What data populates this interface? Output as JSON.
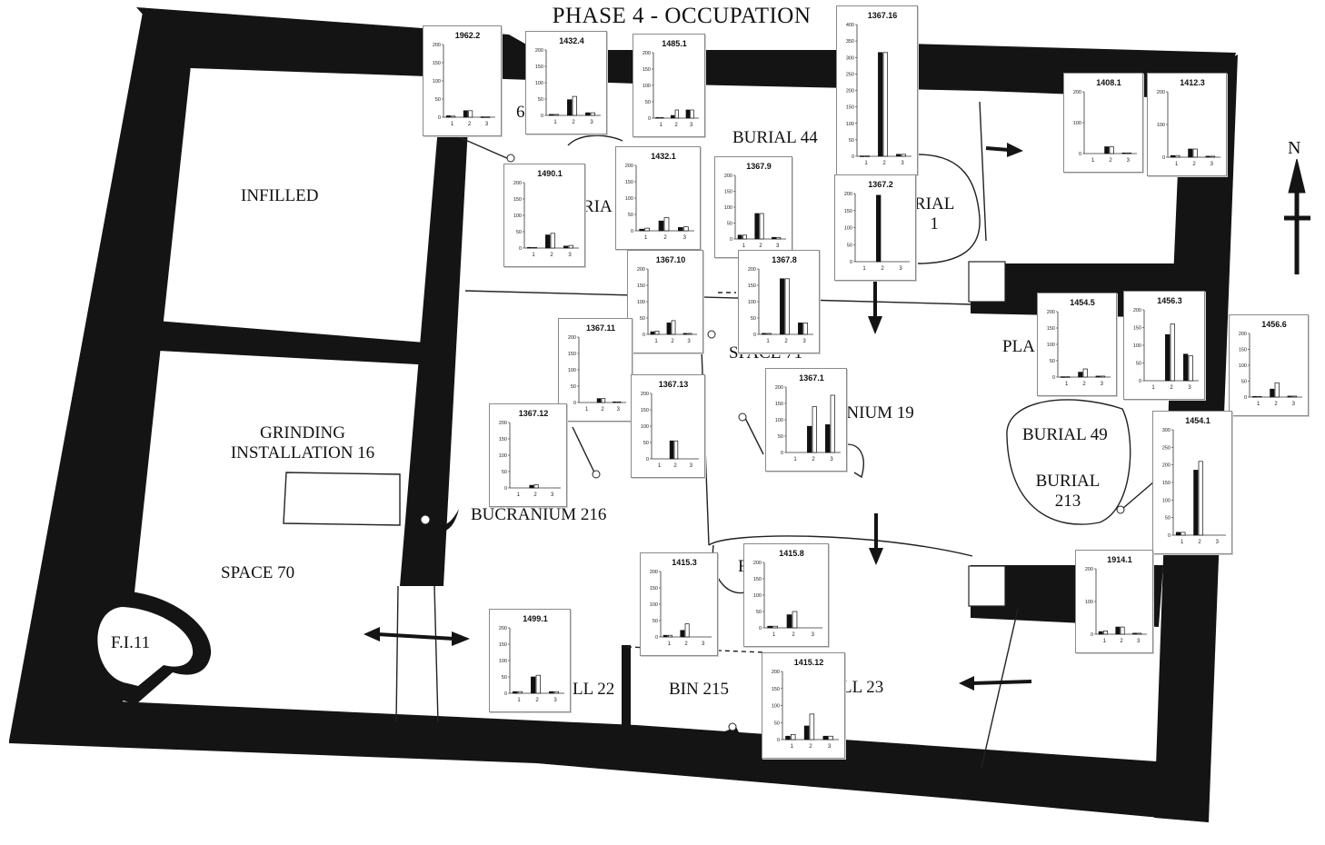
{
  "title": "PHASE 4 - OCCUPATION",
  "north_label": "N",
  "labels": {
    "infilled": "INFILLED",
    "grinding_1": "GRINDING",
    "grinding_2": "INSTALLATION 16",
    "space70": "SPACE 70",
    "fi11": "F.I.11",
    "bucranium216": "BUCRANIUM 216",
    "burial44": "BURIAL 44",
    "burial_l1": "RIAL",
    "burial_l2": "1",
    "riai": "RIA",
    "space71": "SPACE 71",
    "bucranium19": "RANIUM 19",
    "pla": "PLA",
    "burial49": "BURIAL 49",
    "burial213_1": "BURIAL",
    "burial213_2": "213",
    "bin215": "BIN 215",
    "ll22": "LL 22",
    "ll23": "LL 23",
    "f": "F",
    "top6": "6"
  },
  "colors": {
    "wall": "#141414",
    "line": "#222222",
    "bar_dark": "#111111",
    "bar_grey": "#7a7a7a",
    "bar_white": "#ffffff"
  },
  "chart_data": [
    {
      "type": "bar",
      "title": "1962.2",
      "ylim": [
        0,
        200
      ],
      "ticks": [
        0,
        50,
        100,
        150,
        200
      ],
      "categories": [
        "1",
        "2",
        "3"
      ],
      "series": [
        [
          4,
          3
        ],
        [
          18,
          18
        ],
        [
          1,
          1
        ]
      ]
    },
    {
      "type": "bar",
      "title": "1432.4",
      "ylim": [
        0,
        200
      ],
      "ticks": [
        0,
        50,
        100,
        150,
        200
      ],
      "categories": [
        "1",
        "2",
        "3"
      ],
      "series": [
        [
          3,
          3
        ],
        [
          48,
          58
        ],
        [
          8,
          8
        ]
      ]
    },
    {
      "type": "bar",
      "title": "1485.1",
      "ylim": [
        0,
        200
      ],
      "ticks": [
        0,
        50,
        100,
        150,
        200
      ],
      "categories": [
        "1",
        "2",
        "3"
      ],
      "series": [
        [
          2,
          2
        ],
        [
          8,
          25
        ],
        [
          25,
          25
        ]
      ]
    },
    {
      "type": "bar",
      "title": "1367.16",
      "ylim": [
        0,
        400
      ],
      "ticks": [
        0,
        50,
        100,
        150,
        200,
        250,
        300,
        350,
        400
      ],
      "categories": [
        "1",
        "2",
        "3"
      ],
      "series": [
        [
          1,
          1
        ],
        [
          315,
          315
        ],
        [
          6,
          6
        ]
      ]
    },
    {
      "type": "bar",
      "title": "1408.1",
      "ylim": [
        0,
        200
      ],
      "ticks": [
        0,
        100,
        200
      ],
      "categories": [
        "1",
        "2",
        "3"
      ],
      "series": [
        [
          0,
          0
        ],
        [
          22,
          22
        ],
        [
          2,
          2
        ]
      ]
    },
    {
      "type": "bar",
      "title": "1412.3",
      "ylim": [
        0,
        200
      ],
      "ticks": [
        0,
        100,
        200
      ],
      "categories": [
        "1",
        "2",
        "3"
      ],
      "series": [
        [
          5,
          5
        ],
        [
          25,
          25
        ],
        [
          3,
          3
        ]
      ]
    },
    {
      "type": "bar",
      "title": "1490.1",
      "ylim": [
        0,
        200
      ],
      "ticks": [
        0,
        50,
        100,
        150,
        200
      ],
      "categories": [
        "1",
        "2",
        "3"
      ],
      "series": [
        [
          2,
          2
        ],
        [
          40,
          45
        ],
        [
          6,
          8
        ]
      ]
    },
    {
      "type": "bar",
      "title": "1432.1",
      "ylim": [
        0,
        200
      ],
      "ticks": [
        0,
        50,
        100,
        150,
        200
      ],
      "categories": [
        "1",
        "2",
        "3"
      ],
      "series": [
        [
          5,
          8
        ],
        [
          30,
          40
        ],
        [
          10,
          12
        ]
      ]
    },
    {
      "type": "bar",
      "title": "1367.9",
      "ylim": [
        0,
        200
      ],
      "ticks": [
        0,
        50,
        100,
        150,
        200
      ],
      "categories": [
        "1",
        "2",
        "3"
      ],
      "series": [
        [
          12,
          12
        ],
        [
          80,
          80
        ],
        [
          5,
          5
        ]
      ]
    },
    {
      "type": "bar",
      "title": "1367.2",
      "ylim": [
        0,
        200
      ],
      "ticks": [
        0,
        50,
        100,
        150,
        200
      ],
      "categories": [
        "1",
        "2",
        "3"
      ],
      "series": [
        [
          0,
          0
        ],
        [
          195,
          0
        ],
        [
          0,
          0
        ]
      ]
    },
    {
      "type": "bar",
      "title": "1367.10",
      "ylim": [
        0,
        200
      ],
      "ticks": [
        0,
        50,
        100,
        150,
        200
      ],
      "categories": [
        "1",
        "2",
        "3"
      ],
      "series": [
        [
          8,
          10
        ],
        [
          35,
          42
        ],
        [
          3,
          3
        ]
      ]
    },
    {
      "type": "bar",
      "title": "1367.8",
      "ylim": [
        0,
        200
      ],
      "ticks": [
        0,
        50,
        100,
        150,
        200
      ],
      "categories": [
        "1",
        "2",
        "3"
      ],
      "series": [
        [
          3,
          3
        ],
        [
          170,
          170
        ],
        [
          35,
          35
        ]
      ]
    },
    {
      "type": "bar",
      "title": "1454.5",
      "ylim": [
        0,
        200
      ],
      "ticks": [
        0,
        50,
        100,
        150,
        200
      ],
      "categories": [
        "1",
        "2",
        "3"
      ],
      "series": [
        [
          1,
          1
        ],
        [
          15,
          25
        ],
        [
          3,
          3
        ]
      ]
    },
    {
      "type": "bar",
      "title": "1456.3",
      "ylim": [
        0,
        200
      ],
      "ticks": [
        0,
        50,
        100,
        150,
        200
      ],
      "categories": [
        "1",
        "2",
        "3"
      ],
      "series": [
        [
          0,
          0
        ],
        [
          130,
          160
        ],
        [
          75,
          70
        ]
      ]
    },
    {
      "type": "bar",
      "title": "1456.6",
      "ylim": [
        0,
        200
      ],
      "ticks": [
        0,
        50,
        100,
        150,
        200
      ],
      "categories": [
        "1",
        "2",
        "3"
      ],
      "series": [
        [
          2,
          2
        ],
        [
          25,
          45
        ],
        [
          3,
          3
        ]
      ]
    },
    {
      "type": "bar",
      "title": "1367.11",
      "ylim": [
        0,
        200
      ],
      "ticks": [
        0,
        50,
        100,
        150,
        200
      ],
      "categories": [
        "1",
        "2",
        "3"
      ],
      "series": [
        [
          0,
          0
        ],
        [
          12,
          12
        ],
        [
          2,
          2
        ]
      ]
    },
    {
      "type": "bar",
      "title": "1367.13",
      "ylim": [
        0,
        200
      ],
      "ticks": [
        0,
        50,
        100,
        150,
        200
      ],
      "categories": [
        "1",
        "2",
        "3"
      ],
      "series": [
        [
          0,
          0
        ],
        [
          55,
          55
        ],
        [
          0,
          0
        ]
      ]
    },
    {
      "type": "bar",
      "title": "1367.1",
      "ylim": [
        0,
        200
      ],
      "ticks": [
        0,
        50,
        100,
        150,
        200
      ],
      "categories": [
        "1",
        "2",
        "3"
      ],
      "series": [
        [
          0,
          0
        ],
        [
          80,
          140
        ],
        [
          85,
          175
        ]
      ]
    },
    {
      "type": "bar",
      "title": "1367.12",
      "ylim": [
        0,
        200
      ],
      "ticks": [
        0,
        50,
        100,
        150,
        200
      ],
      "categories": [
        "1",
        "2",
        "3"
      ],
      "series": [
        [
          0,
          0
        ],
        [
          8,
          10
        ],
        [
          0,
          0
        ]
      ]
    },
    {
      "type": "bar",
      "title": "1454.1",
      "ylim": [
        0,
        300
      ],
      "ticks": [
        0,
        50,
        100,
        150,
        200,
        250,
        300
      ],
      "categories": [
        "1",
        "2",
        "3"
      ],
      "series": [
        [
          8,
          8
        ],
        [
          185,
          210
        ],
        [
          0,
          0
        ]
      ]
    },
    {
      "type": "bar",
      "title": "1415.3",
      "ylim": [
        0,
        200
      ],
      "ticks": [
        0,
        50,
        100,
        150,
        200
      ],
      "categories": [
        "1",
        "2",
        "3"
      ],
      "series": [
        [
          5,
          5
        ],
        [
          20,
          40
        ],
        [
          0,
          0
        ]
      ]
    },
    {
      "type": "bar",
      "title": "1415.8",
      "ylim": [
        0,
        200
      ],
      "ticks": [
        0,
        50,
        100,
        150,
        200
      ],
      "categories": [
        "1",
        "2",
        "3"
      ],
      "series": [
        [
          5,
          5
        ],
        [
          40,
          50
        ],
        [
          0,
          0
        ]
      ]
    },
    {
      "type": "bar",
      "title": "1914.1",
      "ylim": [
        0,
        200
      ],
      "ticks": [
        0,
        100,
        200
      ],
      "categories": [
        "1",
        "2",
        "3"
      ],
      "series": [
        [
          8,
          10
        ],
        [
          22,
          22
        ],
        [
          3,
          3
        ]
      ]
    },
    {
      "type": "bar",
      "title": "1499.1",
      "ylim": [
        0,
        200
      ],
      "ticks": [
        0,
        50,
        100,
        150,
        200
      ],
      "categories": [
        "1",
        "2",
        "3"
      ],
      "series": [
        [
          5,
          5
        ],
        [
          50,
          55
        ],
        [
          5,
          5
        ]
      ]
    },
    {
      "type": "bar",
      "title": "1415.12",
      "ylim": [
        0,
        200
      ],
      "ticks": [
        0,
        50,
        100,
        150,
        200
      ],
      "categories": [
        "1",
        "2",
        "3"
      ],
      "series": [
        [
          10,
          15
        ],
        [
          40,
          75
        ],
        [
          10,
          10
        ]
      ]
    }
  ]
}
